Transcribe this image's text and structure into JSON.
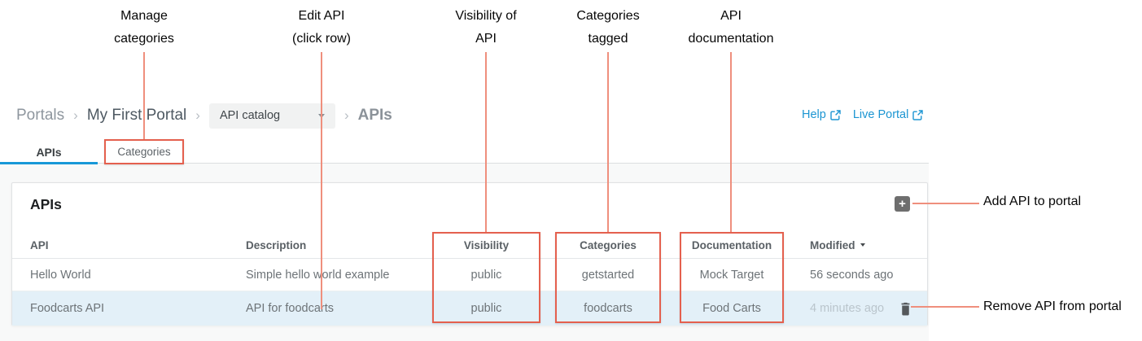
{
  "annotations": {
    "labels_top": [
      {
        "line1": "Manage",
        "line2": "categories"
      },
      {
        "line1": "Edit API",
        "line2": "(click row)"
      },
      {
        "line1": "Visibility of",
        "line2": "API"
      },
      {
        "line1": "Categories",
        "line2": "tagged"
      },
      {
        "line1": "API",
        "line2": "documentation"
      }
    ],
    "label_add_api": "Add API to portal",
    "label_remove_api": "Remove API from portal",
    "annotation_red": "#e4604e",
    "annotation_line_red": "#ef8f7d"
  },
  "breadcrumb": {
    "separator": "›",
    "portals": "Portals",
    "portal_name": "My First Portal",
    "dropdown_value": "API catalog",
    "current": "APIs"
  },
  "header_links": {
    "help": "Help",
    "live_portal": "Live Portal",
    "link_blue": "#1b95d2"
  },
  "tabs": {
    "apis": "APIs",
    "categories": "Categories",
    "active_underline_blue": "#1898d8"
  },
  "panel": {
    "title": "APIs",
    "add_button": "+",
    "table": {
      "headers": {
        "api": "API",
        "description": "Description",
        "visibility": "Visibility",
        "categories": "Categories",
        "documentation": "Documentation",
        "modified": "Modified"
      },
      "rows": [
        {
          "api": "Hello World",
          "description": "Simple hello world example",
          "visibility": "public",
          "categories": "getstarted",
          "documentation": "Mock Target",
          "modified": "56 seconds ago"
        },
        {
          "api": "Foodcarts API",
          "description": "API for foodcarts",
          "visibility": "public",
          "categories": "foodcarts",
          "documentation": "Food Carts",
          "modified": "4 minutes ago"
        }
      ],
      "row_highlight": "#e3f0f8"
    }
  },
  "icons": {
    "external_link": "box-arrow-up-right",
    "add": "plus",
    "delete": "trash-can",
    "sort": "caret-down",
    "dropdown": "caret-down"
  }
}
